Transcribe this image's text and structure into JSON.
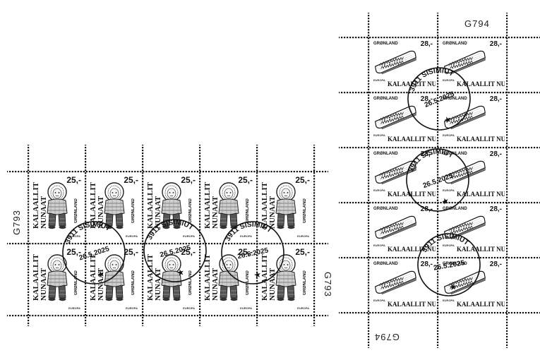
{
  "left_sheet": {
    "sheet_code": "G793",
    "denomination": "25,-",
    "country_native": "KALAALLIT NUNAAT",
    "country_danish": "GRØNLAND",
    "europa": "EUROPA",
    "postmark": {
      "town": "3911 SISIMIUT",
      "date": "26.5.2025"
    }
  },
  "right_sheet": {
    "sheet_code": "G794",
    "denomination": "28,-",
    "country_native": "KALAALLIT NUNAAT",
    "country_danish": "GRØNLAND",
    "europa": "EUROPA",
    "postmark": {
      "town": "3911 SISIMIUT",
      "date": "26.5.2025"
    }
  }
}
